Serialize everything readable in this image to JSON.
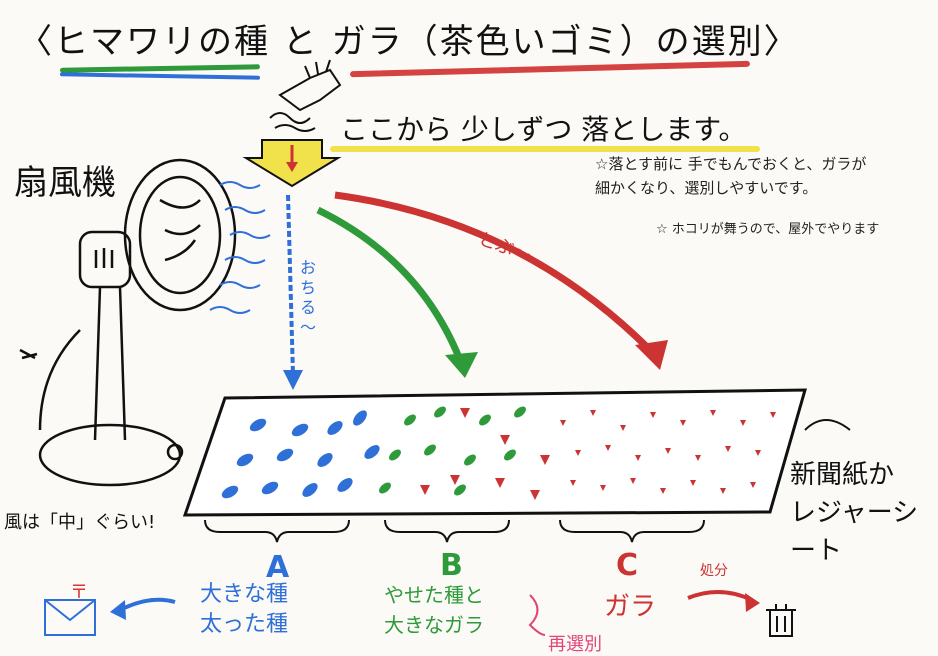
{
  "title": "〈ヒマワリの種 と ガラ（茶色いゴミ）の選別〉",
  "instruction": "ここから 少しずつ 落とします。",
  "notes": {
    "note1": "☆落とす前に 手でもんでおくと、ガラが\n細かくなり、選別しやすいです。",
    "note2": "☆ ホコリが舞うので、屋外でやります"
  },
  "labels": {
    "fan": "扇風機",
    "falls": "おちる～",
    "flies": "とぶ～",
    "wind": "風は「中」ぐらい!",
    "sheet": "新聞紙か\nレジャーシート",
    "post_mark": "〒",
    "disposal": "処分",
    "reselect": "再選別"
  },
  "bins": {
    "a": {
      "letter": "A",
      "desc": "大きな種\n太った種"
    },
    "b": {
      "letter": "B",
      "desc": "やせた種と\n大きなガラ"
    },
    "c": {
      "letter": "C",
      "desc": "ガラ"
    }
  },
  "colors": {
    "blue": "#2f6fd8",
    "green": "#2f9a3a",
    "red": "#c33",
    "yellow": "#f1e14a",
    "pink": "#e0457a"
  }
}
